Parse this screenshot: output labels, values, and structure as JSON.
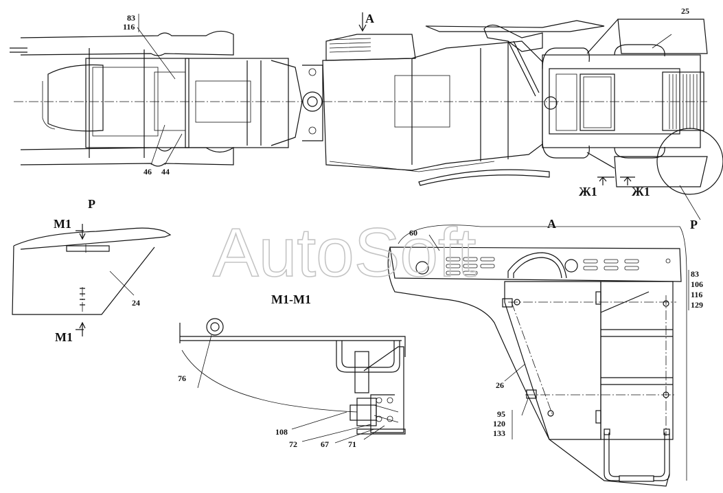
{
  "watermark": "AutoSoft",
  "views": {
    "view_a": "А",
    "view_a_detail": "А",
    "view_p": "Р",
    "view_p_detail": "Р",
    "section_m1": "М1-М1",
    "cut_m1_top": "М1",
    "cut_m1_bottom": "М1",
    "cut_zh1_left": "Ж1",
    "cut_zh1_right": "Ж1"
  },
  "callouts": {
    "c83a": "83",
    "c116a": "116",
    "c46": "46",
    "c44": "44",
    "c25": "25",
    "c24": "24",
    "c60": "60",
    "c83b": "83",
    "c106": "106",
    "c116b": "116",
    "c129": "129",
    "c26": "26",
    "c95": "95",
    "c120": "120",
    "c133": "133",
    "c76": "76",
    "c108": "108",
    "c72": "72",
    "c67": "67",
    "c71": "71"
  }
}
